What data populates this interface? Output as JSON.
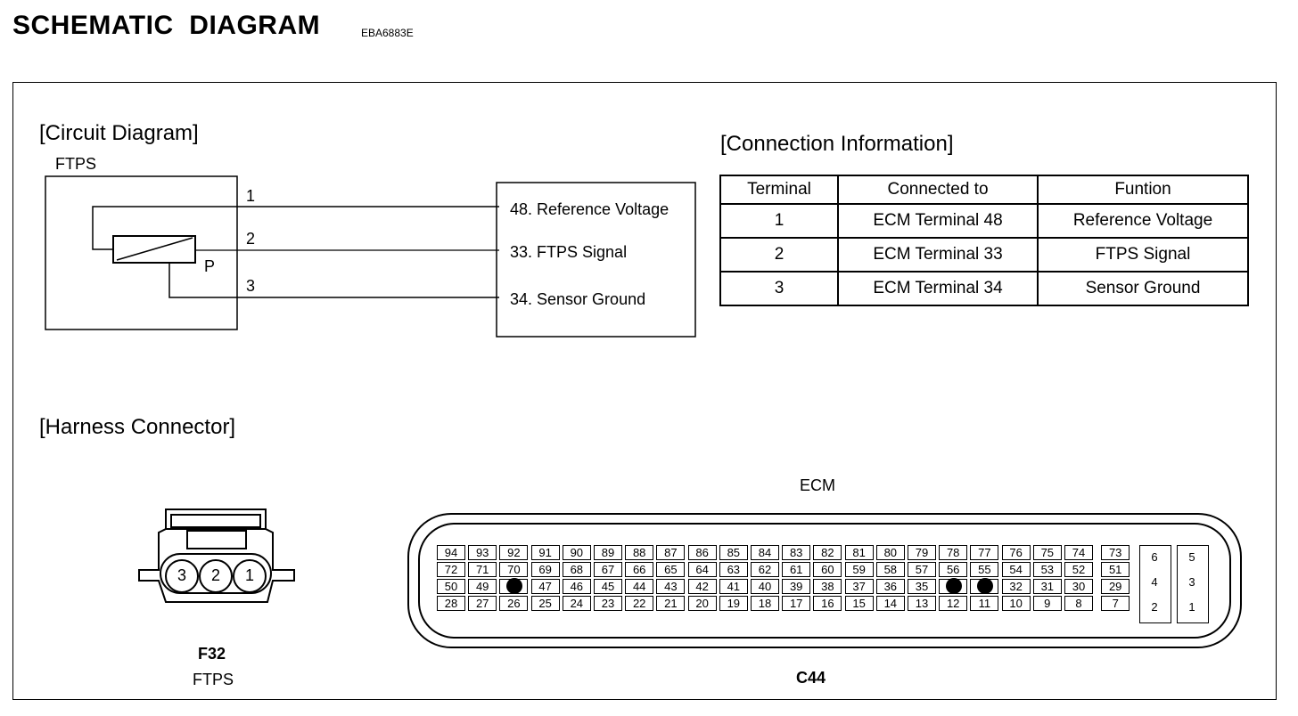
{
  "header": {
    "title": "SCHEMATIC  DIAGRAM",
    "code": "EBA6883E"
  },
  "circuit": {
    "heading": "[Circuit Diagram]",
    "component": "FTPS",
    "wiper_label": "P",
    "wires": [
      {
        "pin": "1",
        "ecm": "48. Reference Voltage"
      },
      {
        "pin": "2",
        "ecm": "33. FTPS Signal"
      },
      {
        "pin": "3",
        "ecm": "34. Sensor Ground"
      }
    ]
  },
  "connection_info": {
    "heading": "[Connection Information]",
    "columns": [
      "Terminal",
      "Connected to",
      "Funtion"
    ],
    "rows": [
      [
        "1",
        "ECM Terminal 48",
        "Reference Voltage"
      ],
      [
        "2",
        "ECM Terminal 33",
        "FTPS Signal"
      ],
      [
        "3",
        "ECM Terminal 34",
        "Sensor Ground"
      ]
    ]
  },
  "harness": {
    "heading": "[Harness Connector]",
    "ftps_connector": {
      "pins": [
        "3",
        "2",
        "1"
      ],
      "code": "F32",
      "name": "FTPS"
    },
    "ecm_connector": {
      "label": "ECM",
      "code": "C44",
      "rows": [
        [
          "94",
          "93",
          "92",
          "91",
          "90",
          "89",
          "88",
          "87",
          "86",
          "85",
          "84",
          "83",
          "82",
          "81",
          "80",
          "79",
          "78",
          "77",
          "76",
          "75",
          "74"
        ],
        [
          "72",
          "71",
          "70",
          "69",
          "68",
          "67",
          "66",
          "65",
          "64",
          "63",
          "62",
          "61",
          "60",
          "59",
          "58",
          "57",
          "56",
          "55",
          "54",
          "53",
          "52"
        ],
        [
          "50",
          "49",
          "48",
          "47",
          "46",
          "45",
          "44",
          "43",
          "42",
          "41",
          "40",
          "39",
          "38",
          "37",
          "36",
          "35",
          "34",
          "33",
          "32",
          "31",
          "30"
        ],
        [
          "28",
          "27",
          "26",
          "25",
          "24",
          "23",
          "22",
          "21",
          "20",
          "19",
          "18",
          "17",
          "16",
          "15",
          "14",
          "13",
          "12",
          "11",
          "10",
          "9",
          "8"
        ]
      ],
      "column_b": [
        "73",
        "51",
        "29",
        "7"
      ],
      "group_c": [
        [
          "6",
          "5"
        ],
        [
          "4",
          "3"
        ],
        [
          "2",
          "1"
        ]
      ],
      "used_pins": [
        "48",
        "34",
        "33"
      ]
    }
  }
}
